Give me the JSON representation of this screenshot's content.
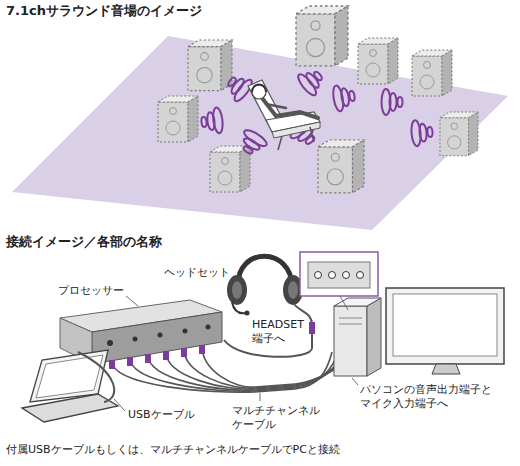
{
  "diagram": {
    "title": "7.1chサラウンド音場のイメージ",
    "caption": "付属USBケーブルもしくは、マルチチャンネルケーブルでPCと接続",
    "labels": [
      "接続イメージ／各部の名称",
      "ヘッドセット",
      "プロセッサー",
      "HEADSET 端子へ",
      "USBケーブル",
      "マルチチャンネル ケーブル",
      "パソコンの音声出力端子と マイク入力端子へ"
    ]
  }
}
